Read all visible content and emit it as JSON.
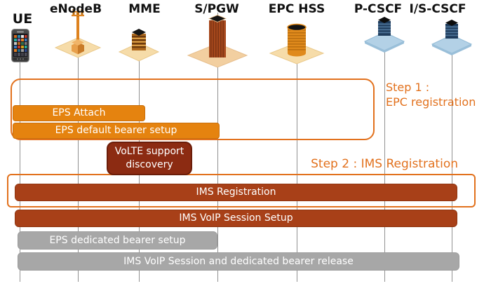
{
  "actors": [
    {
      "label": "UE",
      "icon": "smartphone-icon"
    },
    {
      "label": "eNodeB",
      "icon": "antenna-tower-icon"
    },
    {
      "label": "MME",
      "icon": "server-stack-icon"
    },
    {
      "label": "S/PGW",
      "icon": "office-building-icon"
    },
    {
      "label": "EPC HSS",
      "icon": "database-coil-icon"
    },
    {
      "label": "P-CSCF",
      "icon": "server-node-icon"
    },
    {
      "label": "I/S-CSCF",
      "icon": "server-node-icon"
    }
  ],
  "steps": {
    "step1": {
      "line1": "Step 1 :",
      "line2": "EPC registration"
    },
    "step2": {
      "label": "Step 2 : IMS Registration"
    }
  },
  "bars": {
    "eps_attach": "EPS Attach",
    "eps_default_bearer": "EPS default bearer setup",
    "volte_line1": "VoLTE support",
    "volte_line2": "discovery",
    "ims_registration": "IMS Registration",
    "ims_voip_setup": "IMS VoIP Session Setup",
    "eps_dedicated_bearer": "EPS dedicated bearer setup",
    "ims_release": "IMS VoIP Session and dedicated bearer release"
  },
  "colors": {
    "accent_orange": "#E2711D",
    "bar_orange": "#E5830F",
    "bar_brick": "#A84018",
    "box_dark_red": "#8C2B12",
    "bar_gray": "#A7A7A7",
    "lifeline_gray": "#919191"
  }
}
